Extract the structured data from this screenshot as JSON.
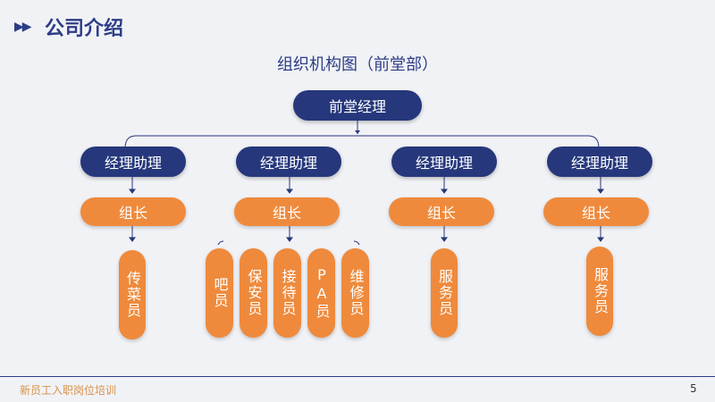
{
  "header": {
    "arrows": "▶▶",
    "title": "公司介绍"
  },
  "chart": {
    "title": "组织机构图（前堂部）",
    "root": "前堂经理",
    "assistants": [
      "经理助理",
      "经理助理",
      "经理助理",
      "经理助理"
    ],
    "leaders": [
      "组长",
      "组长",
      "组长",
      "组长"
    ],
    "staff": {
      "col1": [
        "传菜员"
      ],
      "col2": [
        "吧员",
        "保安员",
        "接待员",
        "PA员",
        "维修员"
      ],
      "col3": [
        "服务员"
      ],
      "col4": [
        "服务员"
      ]
    }
  },
  "footer": {
    "text": "新员工入职岗位培训",
    "page": "5"
  },
  "colors": {
    "navy": "#26377c",
    "orange": "#ef8a3c",
    "background": "#f1f2f6"
  }
}
